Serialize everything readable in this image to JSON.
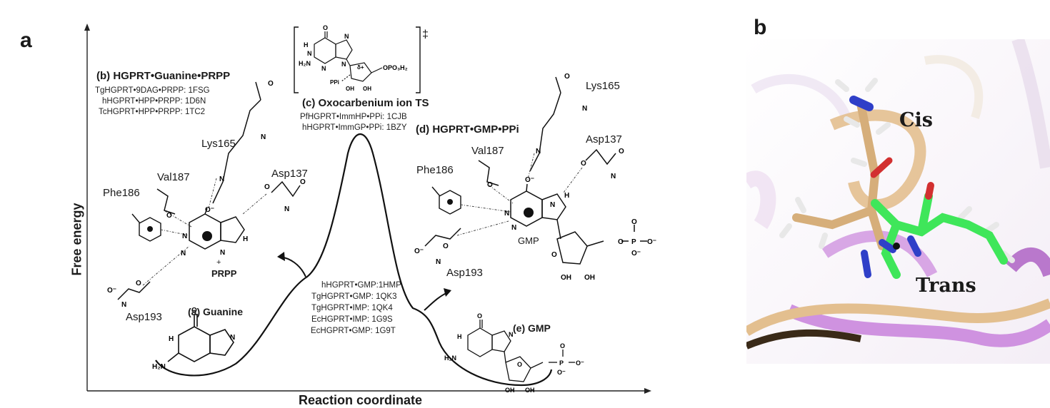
{
  "panel_a": {
    "letter": "a",
    "x_axis_label": "Reaction coordinate",
    "y_axis_label": "Free energy",
    "state_b": {
      "title": "(b) HGPRT•Guanine•PRPP",
      "pdb_list": [
        "TgHGPRT•9DAG•PRPP: 1FSG",
        "hHGPRT•HPP•PRPP: 1D6N",
        "TcHGPRT•HPP•PRPP: 1TC2"
      ],
      "residues": [
        "Lys165",
        "Val187",
        "Asp137",
        "Phe186",
        "Asp193"
      ],
      "plus": "+",
      "prpp": "PRPP"
    },
    "state_a": {
      "title": "(a) Guanine"
    },
    "state_c": {
      "title": "(c) Oxocarbenium ion TS",
      "pdb_list": [
        "PfHGPRT•ImmHP•PPi: 1CJB",
        "hHGPRT•ImmGP•PPi: 1BZY"
      ],
      "ts_symbol": "‡",
      "struct_labels": [
        "H",
        "N",
        "O",
        "N",
        "H₂N",
        "N",
        "N",
        "PPi",
        "δ+",
        "OPO₃H₂",
        "OH",
        "OH"
      ]
    },
    "state_d": {
      "title": "(d) HGPRT•GMP•PPi",
      "residues": [
        "Lys165",
        "Val187",
        "Asp137",
        "Phe186",
        "Asp193"
      ],
      "gmp": "GMP"
    },
    "middle_pdb_list": [
      "hHGPRT•GMP:1HMP",
      "TgHGPRT•GMP: 1QK3",
      "TgHGPRT•IMP: 1QK4",
      "EcHGPRT•IMP: 1G9S",
      "EcHGPRT•GMP: 1G9T"
    ],
    "state_e": {
      "title": "(e) GMP"
    },
    "atom_labels": {
      "O": "O",
      "N": "N",
      "H": "H",
      "OH": "OH",
      "H2N": "H₂N",
      "O_minus": "O⁻",
      "P": "P"
    }
  },
  "panel_b": {
    "letter": "b",
    "cis_label": "Cis",
    "trans_label": "Trans",
    "colors": {
      "wheat": "#e3bf8f",
      "violet": "#cf92e0",
      "green": "#3fe65a",
      "blue": "#2f3fc8",
      "red": "#d23030",
      "hydrogen": "#e8e8e8"
    }
  }
}
